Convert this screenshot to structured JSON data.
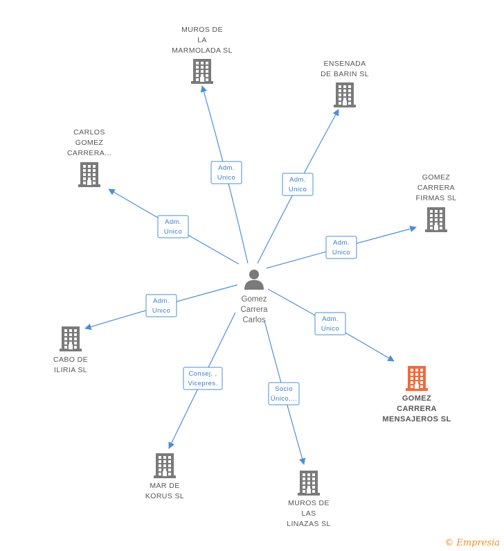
{
  "center": {
    "lines": [
      "Gomez",
      "Carrera",
      "Carlos"
    ]
  },
  "colors": {
    "edge": "#4a8fd8",
    "building": "#7a7a7a",
    "highlight": "#f26a3a",
    "person": "#7a7a7a"
  },
  "nodes": [
    {
      "id": "muros-marmolada",
      "lines": [
        "MUROS DE",
        "LA",
        "MARMOLADA SL"
      ],
      "highlight": false
    },
    {
      "id": "ensenada-barin",
      "lines": [
        "ENSENADA",
        "DE BARIN SL"
      ],
      "highlight": false
    },
    {
      "id": "carlos-gomez-carrera",
      "lines": [
        "CARLOS",
        "GOMEZ",
        "CARRERA..."
      ],
      "highlight": false
    },
    {
      "id": "gomez-carrera-firmas",
      "lines": [
        "GOMEZ",
        "CARRERA",
        "FIRMAS SL"
      ],
      "highlight": false
    },
    {
      "id": "cabo-iliria",
      "lines": [
        "CABO DE",
        "ILIRIA  SL"
      ],
      "highlight": false
    },
    {
      "id": "gomez-carrera-mensajeros",
      "lines": [
        "GOMEZ",
        "CARRERA",
        "MENSAJEROS SL"
      ],
      "highlight": true
    },
    {
      "id": "mar-korus",
      "lines": [
        "MAR DE",
        "KORUS SL"
      ],
      "highlight": false
    },
    {
      "id": "muros-linazas",
      "lines": [
        "MUROS DE",
        "LAS",
        "LINAZAS  SL"
      ],
      "highlight": false
    }
  ],
  "edges": [
    {
      "to": "muros-marmolada",
      "lines": [
        "Adm.",
        "Unico"
      ]
    },
    {
      "to": "ensenada-barin",
      "lines": [
        "Adm.",
        "Unico"
      ]
    },
    {
      "to": "carlos-gomez-carrera",
      "lines": [
        "Adm.",
        "Unico"
      ]
    },
    {
      "to": "gomez-carrera-firmas",
      "lines": [
        "Adm.",
        "Unico"
      ]
    },
    {
      "to": "cabo-iliria",
      "lines": [
        "Adm.",
        "Unico"
      ]
    },
    {
      "to": "gomez-carrera-mensajeros",
      "lines": [
        "Adm.",
        "Unico"
      ]
    },
    {
      "to": "mar-korus",
      "lines": [
        "Consej. ,",
        "Vicepres."
      ]
    },
    {
      "to": "muros-linazas",
      "lines": [
        "Socio",
        "Único,..."
      ]
    }
  ],
  "footer": {
    "copyright": "©",
    "brand": "Empresia"
  }
}
